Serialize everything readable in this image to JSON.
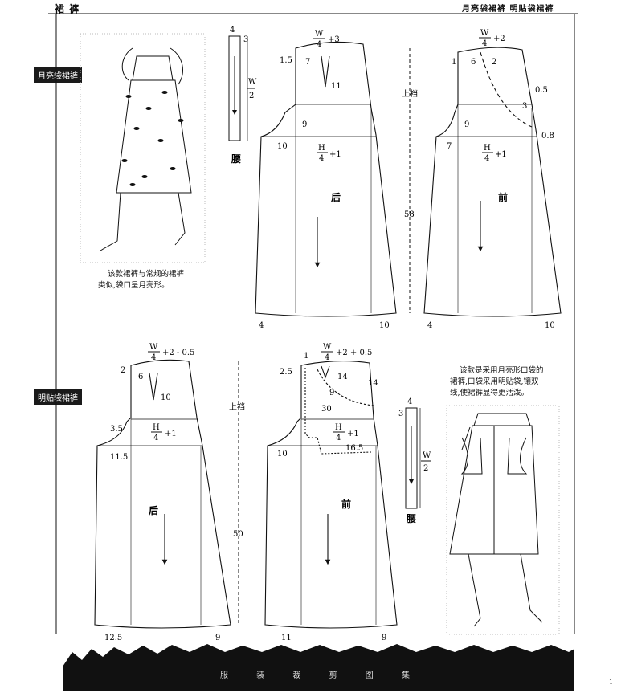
{
  "header": {
    "left": "裙 裤",
    "right": "月亮袋裙裤   明贴袋裙裤"
  },
  "sections": {
    "top_tag": "月亮袋裙裤",
    "bottom_tag": "明贴袋裙裤"
  },
  "captions": {
    "top": [
      "该款裙裤与常规的裙裤",
      "类似,袋口呈月亮形。"
    ],
    "bottom": [
      "该款是采用月亮形口袋的",
      "裙裤,口袋采用明贴袋,镶双",
      "线,使裙裤显得更活泼。"
    ]
  },
  "labels": {
    "waistband": "腰",
    "back": "后",
    "front": "前",
    "hip_depth": "上裆",
    "len_top": "58",
    "len_bottom": "50",
    "wb_top": "4",
    "wb_side": "3",
    "wb_w": "W",
    "wb_2": "2",
    "frac_w": "W",
    "frac_h": "H",
    "frac_den": "4",
    "tb_waist": "+3",
    "tf_waist": "+2",
    "bb_waist": "+2 - 0.5",
    "bf_waist": "+2 + 0.5",
    "hip_add": "+1",
    "tb": {
      "a": "1.5",
      "b": "7",
      "dart": "11",
      "c": "9",
      "d": "10",
      "hem_l": "4",
      "hem_r": "10"
    },
    "tf": {
      "a": "1",
      "b": "6",
      "c": "2",
      "d": "0.5",
      "e": "3",
      "f": "9",
      "g": "7",
      "h": "0.8",
      "hem_l": "4",
      "hem_r": "10"
    },
    "bb": {
      "a": "2",
      "b": "6",
      "dart": "10",
      "c": "3.5",
      "d": "11.5",
      "hem_l": "12.5",
      "hem_r": "9"
    },
    "bf": {
      "a": "1",
      "b": "2.5",
      "c": "14",
      "d": "9",
      "e": "14",
      "f": "30",
      "g": "10",
      "h": "16.5",
      "hem_l": "11",
      "hem_r": "9"
    }
  },
  "footer": "服 装 裁 剪 图 集",
  "page_number": "1"
}
